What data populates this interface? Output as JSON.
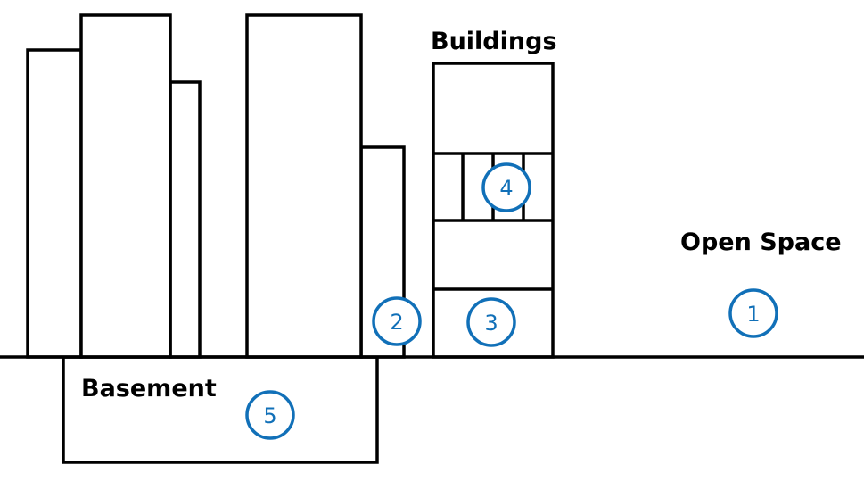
{
  "labels": {
    "buildings": "Buildings",
    "open_space": "Open Space",
    "basement": "Basement"
  },
  "markers": {
    "open_space": "1",
    "gap": "2",
    "ground_floor": "3",
    "middle_floor": "4",
    "basement": "5"
  },
  "colors": {
    "outline": "#000000",
    "marker": "#1170b8",
    "background": "#ffffff"
  }
}
